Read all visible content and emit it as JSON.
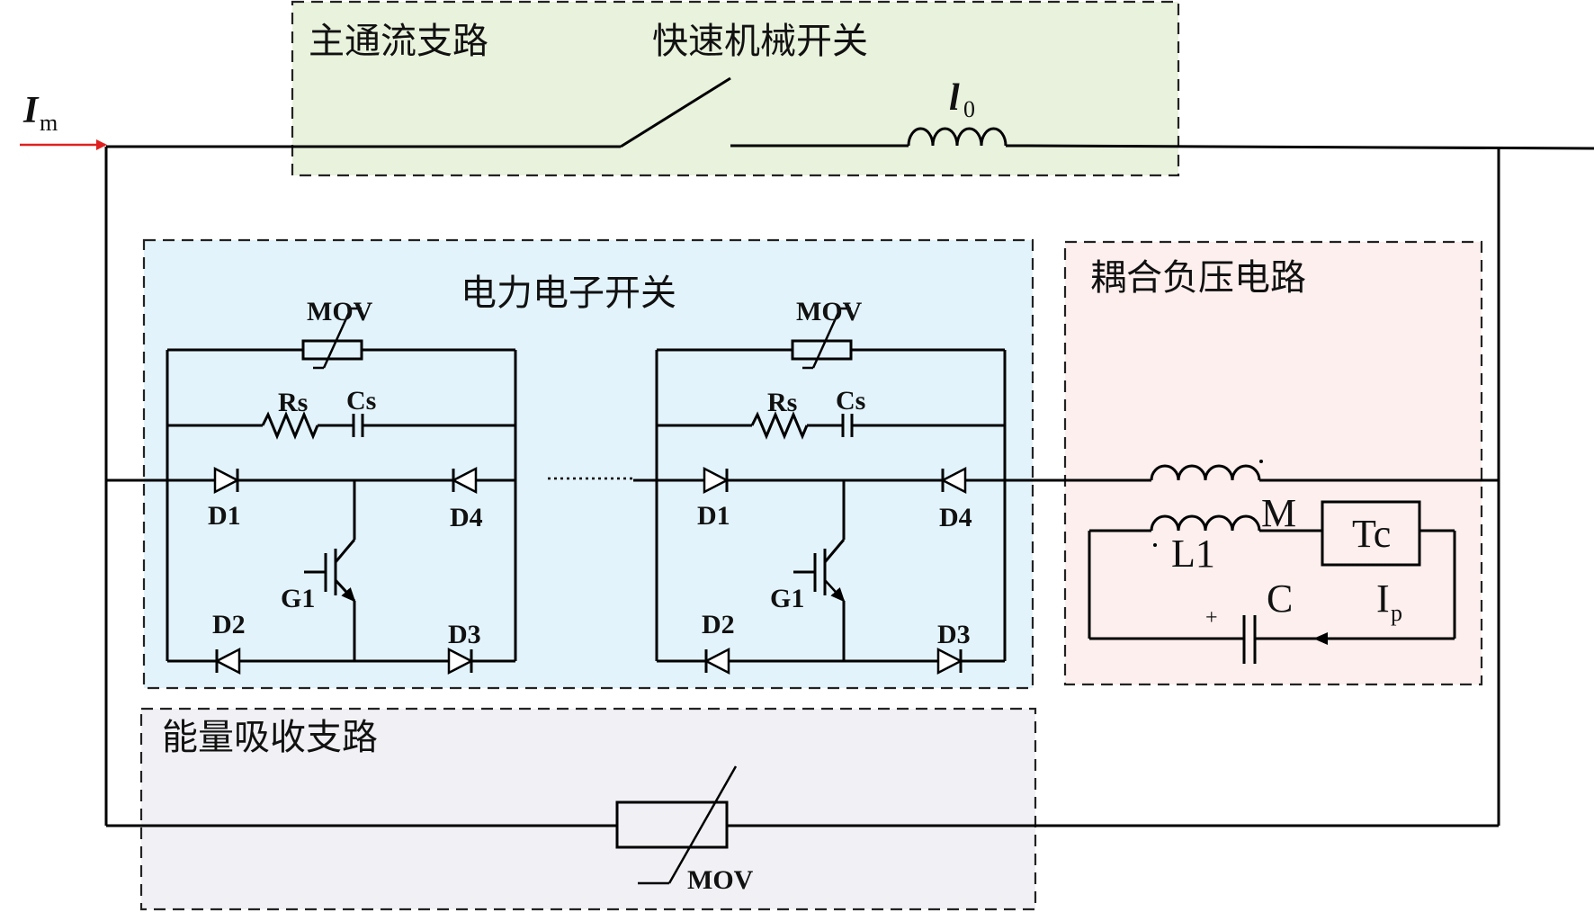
{
  "regions": {
    "main_branch": {
      "title": "主通流支路",
      "switch_label": "快速机械开关",
      "fill": "#e8f2dc"
    },
    "electronic_switch": {
      "title": "电力电子开关",
      "fill": "#e2f3fb"
    },
    "coupled_circuit": {
      "title": "耦合负压电路",
      "fill": "#fcefed"
    },
    "energy_branch": {
      "title": "能量吸收支路",
      "fill": "#f1f1f5"
    }
  },
  "input_current": {
    "symbol": "I",
    "subscript": "m",
    "arrow_color": "#e02020"
  },
  "inductor_l0": {
    "symbol": "l",
    "subscript": "0"
  },
  "modules": [
    {
      "mov": "MOV",
      "rs": "Rs",
      "cs": "Cs",
      "d1": "D1",
      "d2": "D2",
      "d3": "D3",
      "d4": "D4",
      "g1": "G1"
    },
    {
      "mov": "MOV",
      "rs": "Rs",
      "cs": "Cs",
      "d1": "D1",
      "d2": "D2",
      "d3": "D3",
      "d4": "D4",
      "g1": "G1"
    }
  ],
  "coupling": {
    "m": "M",
    "l1": "L1",
    "tc": "Tc",
    "c": "C",
    "plus": "+",
    "ip_symbol": "I",
    "ip_subscript": "p"
  },
  "absorber": {
    "mov": "MOV"
  }
}
